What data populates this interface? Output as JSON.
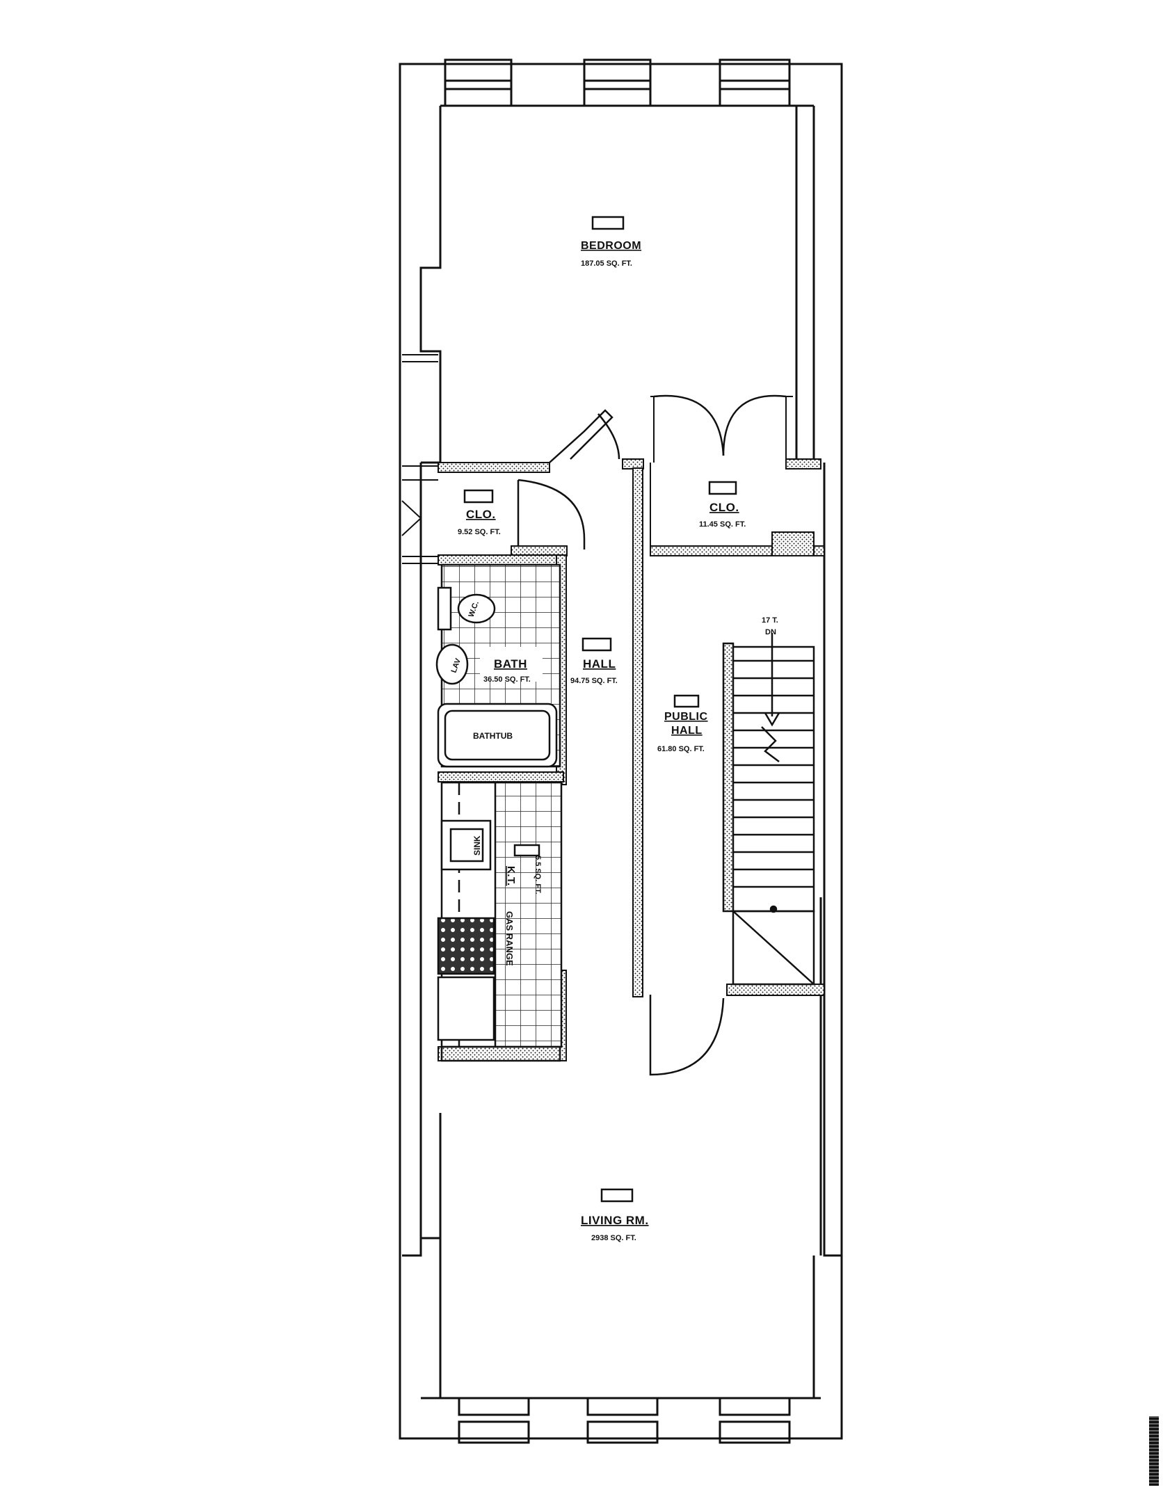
{
  "rooms": {
    "bedroom": {
      "name": "BEDROOM",
      "area": "187.05 SQ. FT."
    },
    "closet_left": {
      "name": "CLO.",
      "area": "9.52 SQ. FT."
    },
    "closet_right": {
      "name": "CLO.",
      "area": "11.45 SQ. FT."
    },
    "bath": {
      "name": "BATH",
      "area": "36.50 SQ. FT."
    },
    "hall": {
      "name": "HALL",
      "area": "94.75 SQ. FT."
    },
    "public_hall": {
      "name_line1": "PUBLIC",
      "name_line2": "HALL",
      "area": "61.80 SQ. FT."
    },
    "kitchen": {
      "name": "K.T.",
      "area": "5.5 SQ. FT."
    },
    "living_room": {
      "name": "LIVING RM.",
      "area": "2938 SQ. FT."
    }
  },
  "fixtures": {
    "wc": "W.C.",
    "lav": "LAV",
    "bathtub": "BATHTUB",
    "sink": "SINK",
    "gas_range": "GAS RANGE"
  },
  "stair": {
    "label_line1": "17 T.",
    "label_line2": "DN"
  }
}
